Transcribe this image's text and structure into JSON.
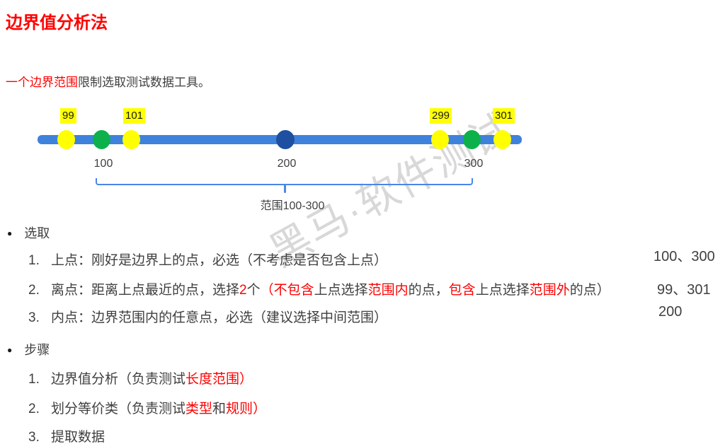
{
  "colors": {
    "red": "#FF0000",
    "body": "#3F3F3F",
    "muted": "#404040",
    "bar_blue": "#3F82DC",
    "navy": "#1E4FA1",
    "green": "#0DB14B",
    "yellow": "#FFFF00",
    "bracket_blue": "#4A86E8",
    "watermark_gray": "#D8D8D8"
  },
  "title": "边界值分析法",
  "intro": {
    "highlight": "一个边界范围",
    "rest": "限制选取测试数据工具。"
  },
  "watermark": {
    "text": "黑马·软件测试"
  },
  "diagram": {
    "points": [
      {
        "label": "99",
        "color": "#FFFF00",
        "label_position": "above",
        "kind": "off-point"
      },
      {
        "label": "100",
        "color": "#0DB14B",
        "label_position": "below",
        "kind": "on-point"
      },
      {
        "label": "101",
        "color": "#FFFF00",
        "label_position": "above",
        "kind": "off-point"
      },
      {
        "label": "200",
        "color": "#1E4FA1",
        "label_position": "below",
        "kind": "in-point"
      },
      {
        "label": "299",
        "color": "#FFFF00",
        "label_position": "above",
        "kind": "off-point"
      },
      {
        "label": "300",
        "color": "#0DB14B",
        "label_position": "below",
        "kind": "on-point"
      },
      {
        "label": "301",
        "color": "#FFFF00",
        "label_position": "above",
        "kind": "off-point"
      }
    ],
    "range_label": "范围100-300"
  },
  "sections": [
    {
      "bullet": "●",
      "label": "选取",
      "items": [
        {
          "number": "1.",
          "result": "100、300",
          "segments": [
            {
              "t": "上点：刚好是边界上的点，必选（不考虑是否包含上点）",
              "c": "body"
            }
          ]
        },
        {
          "number": "2.",
          "result": "99、301",
          "segments": [
            {
              "t": "离点：距离上点最近的点，选择",
              "c": "body"
            },
            {
              "t": "2",
              "c": "red"
            },
            {
              "t": "个",
              "c": "body"
            },
            {
              "t": "（不包含",
              "c": "red"
            },
            {
              "t": "上点选择",
              "c": "body"
            },
            {
              "t": "范围内",
              "c": "red"
            },
            {
              "t": "的点，",
              "c": "body"
            },
            {
              "t": "包含",
              "c": "red"
            },
            {
              "t": "上点选择",
              "c": "body"
            },
            {
              "t": "范围外",
              "c": "red"
            },
            {
              "t": "的点）",
              "c": "body"
            }
          ]
        },
        {
          "number": "3.",
          "result": "200",
          "segments": [
            {
              "t": "内点：边界范围内的任意点，必选（建议选择中间范围）",
              "c": "body"
            }
          ]
        }
      ]
    },
    {
      "bullet": "●",
      "label": "步骤",
      "items": [
        {
          "number": "1.",
          "segments": [
            {
              "t": "边界值分析（负责测试",
              "c": "body"
            },
            {
              "t": "长度范围）",
              "c": "red"
            }
          ]
        },
        {
          "number": "2.",
          "segments": [
            {
              "t": "划分等价类（负责测试",
              "c": "body"
            },
            {
              "t": "类型",
              "c": "red"
            },
            {
              "t": "和",
              "c": "body"
            },
            {
              "t": "规则）",
              "c": "red"
            }
          ]
        },
        {
          "number": "3.",
          "segments": [
            {
              "t": "提取数据",
              "c": "body"
            }
          ]
        }
      ]
    }
  ]
}
